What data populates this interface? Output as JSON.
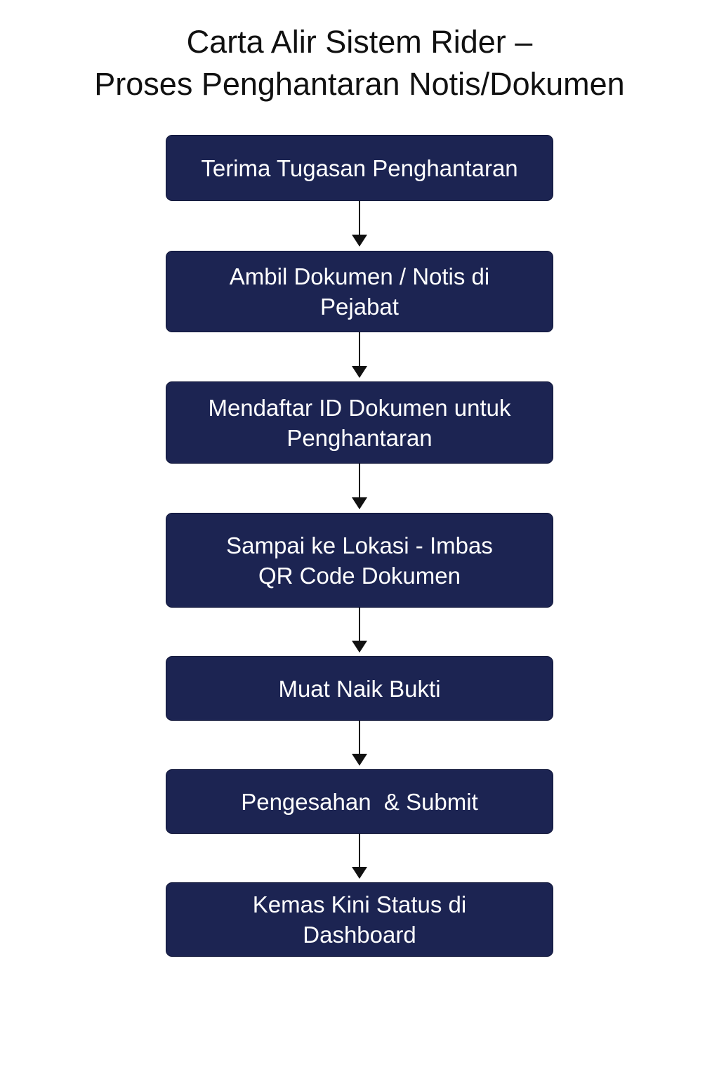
{
  "title": {
    "line1": "Carta Alir Sistem Rider –",
    "line2": "Proses Penghantaran Notis/Dokumen"
  },
  "steps": [
    {
      "lines": [
        "Terima Tugasan Penghantaran"
      ]
    },
    {
      "lines": [
        "Ambil Dokumen / Notis di",
        "Pejabat"
      ]
    },
    {
      "lines": [
        "Mendaftar ID Dokumen untuk",
        "Penghantaran"
      ]
    },
    {
      "lines": [
        "Sampai ke Lokasi - Imbas",
        "QR Code Dokumen"
      ]
    },
    {
      "lines": [
        "Muat Naik Bukti"
      ]
    },
    {
      "lines": [
        "Pengesahan  & Submit"
      ]
    },
    {
      "lines": [
        "Kemas Kini Status di",
        "Dashboard"
      ]
    }
  ],
  "colors": {
    "box": "#1c2452",
    "text": "#ffffff",
    "arrow": "#111111"
  }
}
